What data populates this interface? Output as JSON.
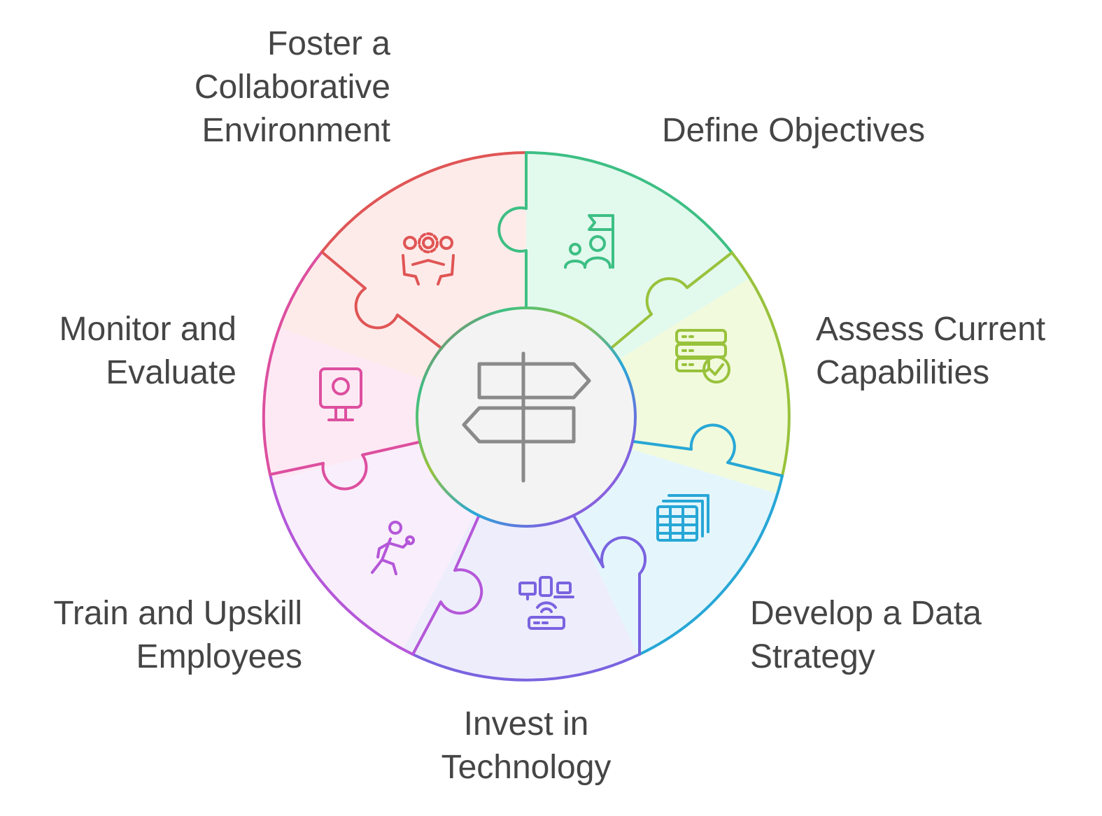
{
  "center": {
    "icon": "signpost-icon"
  },
  "segments": [
    {
      "id": "collaborate",
      "lines": [
        "Foster a",
        "Collaborative",
        "Environment"
      ],
      "icon": "collaboration-gear-icon",
      "stroke": "#e05555",
      "fill": "#fdebea"
    },
    {
      "id": "objectives",
      "lines": [
        "Define Objectives"
      ],
      "icon": "goal-flag-people-icon",
      "stroke": "#3dbf84",
      "fill": "#e2f9ee"
    },
    {
      "id": "assess",
      "lines": [
        "Assess Current",
        "Capabilities"
      ],
      "icon": "server-check-icon",
      "stroke": "#98c23c",
      "fill": "#f1fadc"
    },
    {
      "id": "data-strategy",
      "lines": [
        "Develop a Data",
        "Strategy"
      ],
      "icon": "stacked-tables-icon",
      "stroke": "#27a7d6",
      "fill": "#e4f6fc"
    },
    {
      "id": "technology",
      "lines": [
        "Invest in",
        "Technology"
      ],
      "icon": "devices-router-icon",
      "stroke": "#7a63e0",
      "fill": "#eeedfb"
    },
    {
      "id": "train",
      "lines": [
        "Train and Upskill",
        "Employees"
      ],
      "icon": "running-person-icon",
      "stroke": "#b457d9",
      "fill": "#f9eefb"
    },
    {
      "id": "monitor",
      "lines": [
        "Monitor and",
        "Evaluate"
      ],
      "icon": "monitor-camera-icon",
      "stroke": "#dd4f9f",
      "fill": "#fde9f4"
    }
  ]
}
